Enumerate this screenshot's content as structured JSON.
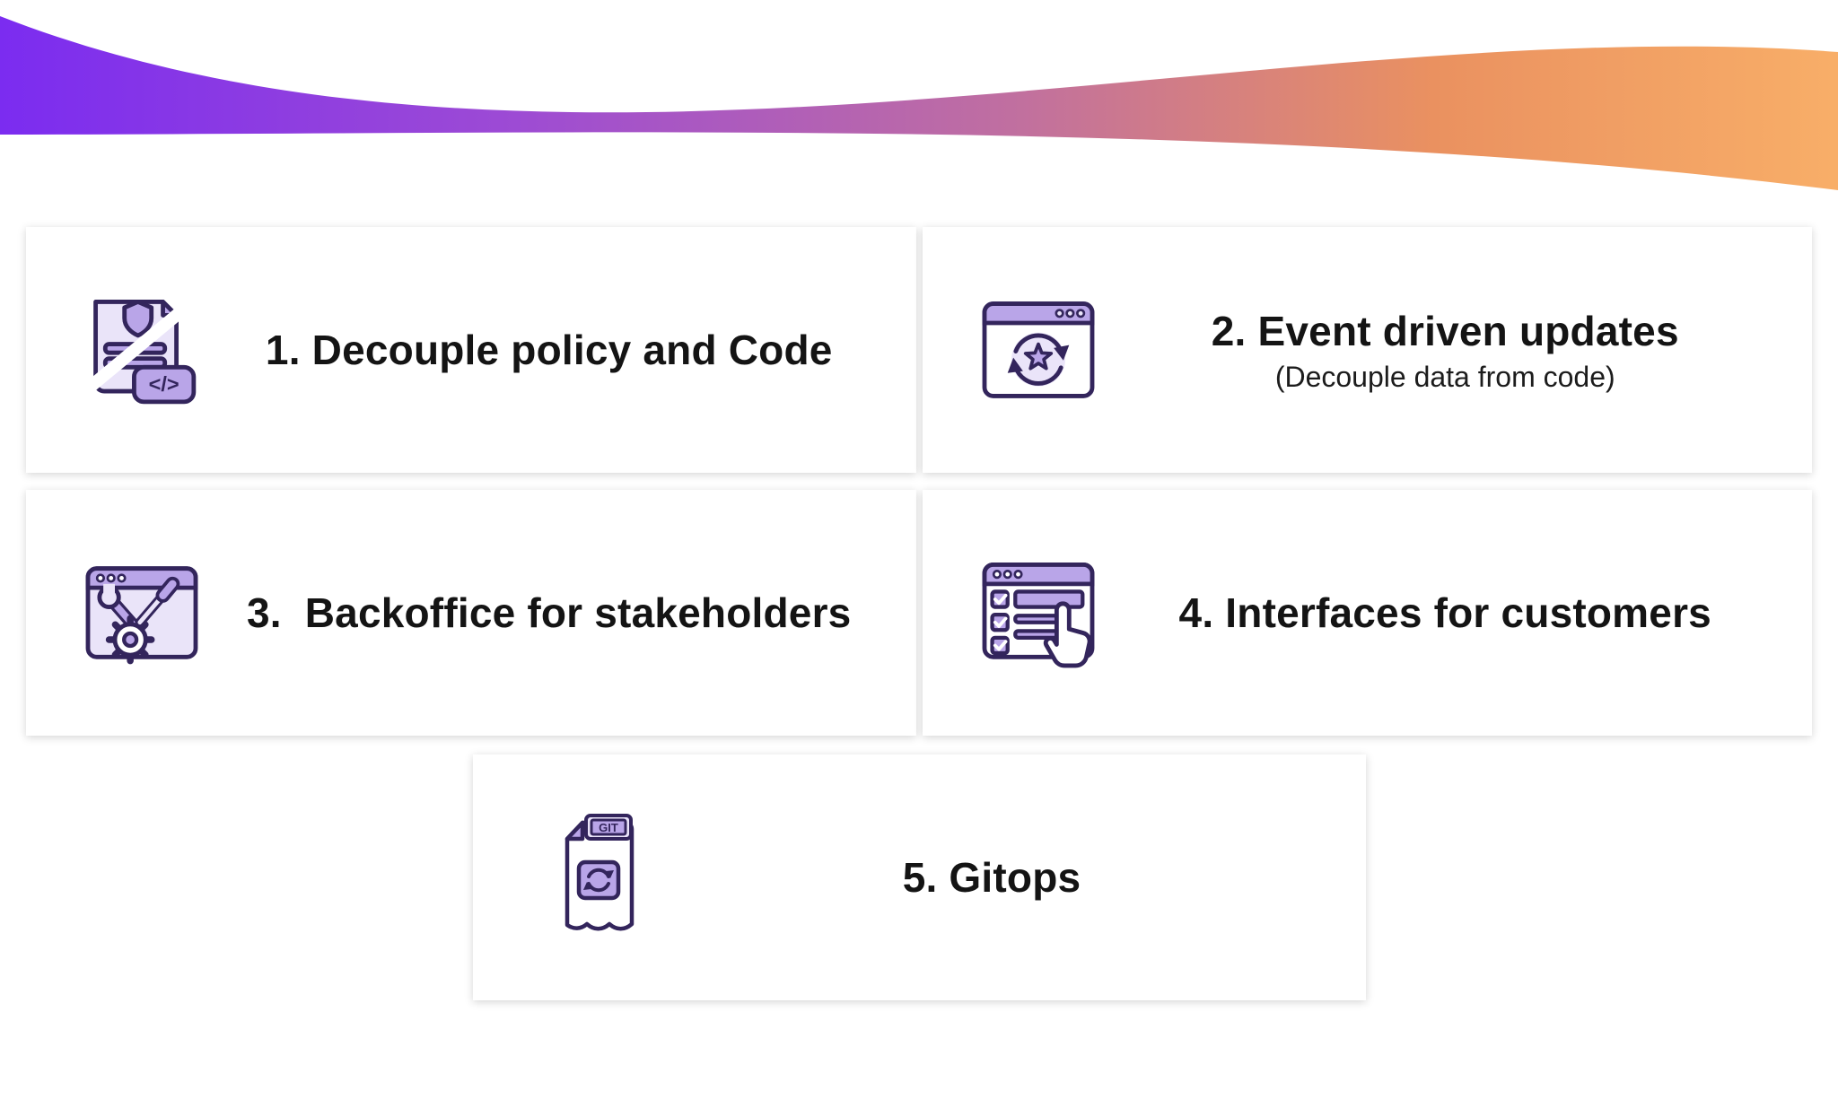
{
  "wave": {
    "gradient": [
      "#7b2cf0",
      "#9d4bd4",
      "#c06fa0",
      "#ea9160",
      "#f8ae68"
    ]
  },
  "cards": [
    {
      "title": "1. Decouple policy and Code",
      "icon": "policy-document-icon"
    },
    {
      "title": "2. Event driven updates",
      "subtitle": "(Decouple data from code)",
      "icon": "event-sync-browser-icon"
    },
    {
      "title": "3.  Backoffice for stakeholders",
      "icon": "backoffice-tools-browser-icon"
    },
    {
      "title": "4. Interfaces for customers",
      "icon": "customer-interface-form-icon"
    },
    {
      "title": "5. Gitops",
      "icon": "git-file-icon"
    }
  ],
  "icon_text": {
    "code_tag": "</>",
    "git_label": "GIT"
  },
  "icon_palette": {
    "outline": "#33255c",
    "fill": "#b9a5e8",
    "fill_light": "#eae4f9",
    "white": "#ffffff"
  }
}
